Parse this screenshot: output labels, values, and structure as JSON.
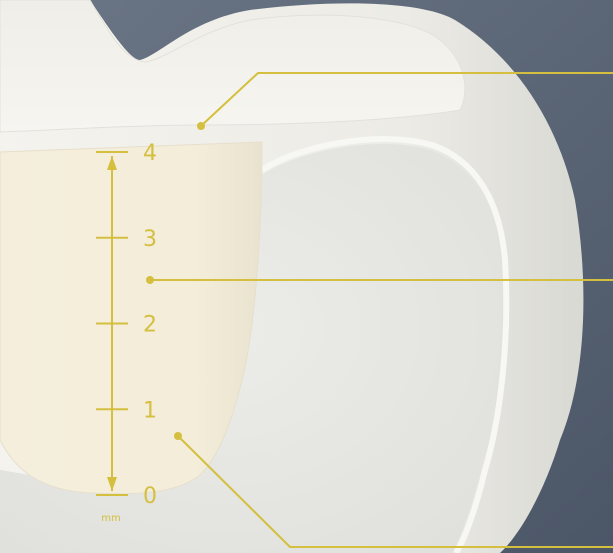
{
  "scale": {
    "unit": "mm",
    "ticks": [
      {
        "label": "0",
        "value": 0
      },
      {
        "label": "1",
        "value": 1
      },
      {
        "label": "2",
        "value": 2
      },
      {
        "label": "3",
        "value": 3
      },
      {
        "label": "4",
        "value": 4
      }
    ]
  },
  "colors": {
    "background": "#5a6677",
    "annotation": "#d4bf3f",
    "enamel": "#ecece6",
    "dentin": "#e4e4df",
    "insert": "#f3ecd8"
  }
}
